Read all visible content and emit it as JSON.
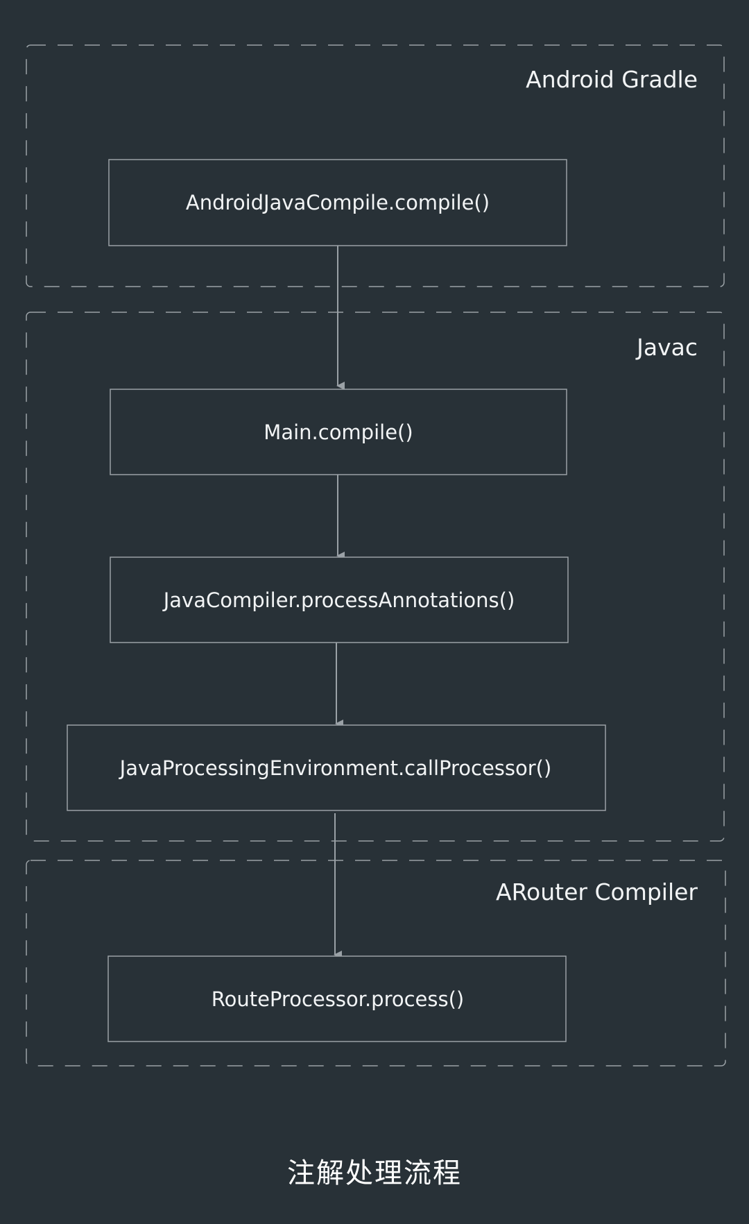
{
  "groups": {
    "android_gradle": {
      "label": "Android Gradle"
    },
    "javac": {
      "label": "Javac"
    },
    "arouter_compiler": {
      "label": "ARouter Compiler"
    }
  },
  "steps": {
    "android_java_compile": "AndroidJavaCompile.compile()",
    "main_compile": "Main.compile()",
    "process_annotations": "JavaCompiler.processAnnotations()",
    "call_processor": "JavaProcessingEnvironment.callProcessor()",
    "route_process": "RouteProcessor.process()"
  },
  "caption": "注解处理流程",
  "colors": {
    "background": "#283137",
    "line": "#9aa1a6",
    "text": "#f2f4f5"
  }
}
